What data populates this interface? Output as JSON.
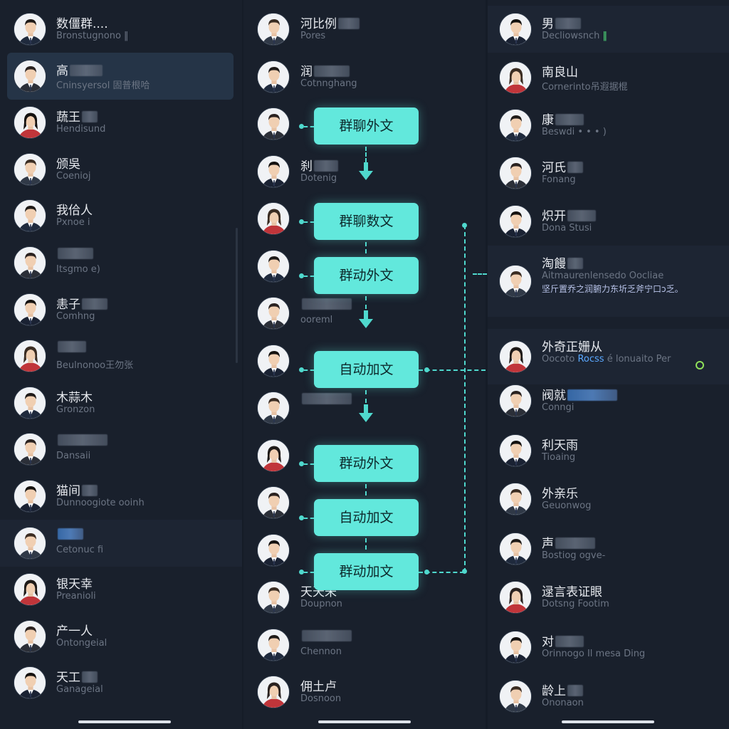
{
  "left_list": [
    {
      "name": "数僵群....",
      "sub": "Bronstugnono ‖"
    },
    {
      "name": "高",
      "sub": "Cninsyersol 固普根哈",
      "blur": 46
    },
    {
      "name": "蔬王",
      "sub": "Hendisund",
      "blur": 22
    },
    {
      "name": "颁吳",
      "sub": "Coenioj"
    },
    {
      "name": "我佮人",
      "sub": "Pxnoe i"
    },
    {
      "name": "",
      "sub": "Itsgmo e)",
      "blur": 50
    },
    {
      "name": "恚子",
      "sub": "Comhng",
      "blur": 36
    },
    {
      "name": "",
      "sub": "Beulnonoo王勿张",
      "blur": 40
    },
    {
      "name": "木蒜木",
      "sub": "Gronzon"
    },
    {
      "name": "",
      "sub": "Dansaii",
      "blur": 70
    },
    {
      "name": "猫间",
      "sub": "Dunnoogiote ooinh",
      "blur": 22
    },
    {
      "name": "",
      "sub": "Cetonuc fi",
      "blur": 36
    },
    {
      "name": "银天幸",
      "sub": "Preanioli"
    },
    {
      "name": "产一人",
      "sub": "Ontongeial"
    },
    {
      "name": "天工",
      "sub": "Ganageial",
      "blur": 22
    }
  ],
  "mid_list": [
    {
      "name": "河比例",
      "sub": "Pores",
      "blur": 30
    },
    {
      "name": "润",
      "sub": "Cotnnghang",
      "blur": 50
    },
    {
      "name": "",
      "sub": ""
    },
    {
      "name": "刹",
      "sub": "Dotenig",
      "blur": 34
    },
    {
      "name": "",
      "sub": ""
    },
    {
      "name": "",
      "sub": ""
    },
    {
      "name": "",
      "sub": "ooreml",
      "blur": 70
    },
    {
      "name": "",
      "sub": ""
    },
    {
      "name": "",
      "sub": "",
      "blur": 70
    },
    {
      "name": "",
      "sub": ""
    },
    {
      "name": "",
      "sub": ""
    },
    {
      "name": "",
      "sub": ""
    },
    {
      "name": "天天未",
      "sub": "Doupnon"
    },
    {
      "name": "",
      "sub": "Chennon",
      "blur": 70
    },
    {
      "name": "佣土卢",
      "sub": "Dosnoon"
    }
  ],
  "right_list": [
    {
      "name": "男",
      "sub": "Decliowsnch",
      "sub_green": " ‖",
      "blur": 36
    },
    {
      "name": "南良山",
      "sub": "Cornerinto吊遐据棍"
    },
    {
      "name": "康",
      "sub": "Beswdi  • •  • )",
      "blur": 40
    },
    {
      "name": "河氏",
      "sub": "Fonang",
      "blur": 22
    },
    {
      "name": "炽开",
      "sub": "Dona Stusi",
      "blur": 40
    },
    {
      "name": "淘饅",
      "sub": "Aitmaurenlensedo Oocliae",
      "sub2": "坚斤置乔之润腑力东圻乏斧宁口ɔ乏。",
      "blur": 22
    },
    {
      "name": "外奇正姗从",
      "sub": "Oocoto ",
      "sub_blue": "Rocss",
      "sub_tail": " é lonuaito Per"
    },
    {
      "name": "阀就",
      "sub": "Conngi",
      "blur": 70
    },
    {
      "name": "利天雨",
      "sub": "Tioaing"
    },
    {
      "name": "外亲乐",
      "sub": "Geuonwog"
    },
    {
      "name": "声",
      "sub": "Bostiog ogve-",
      "blur": 56
    },
    {
      "name": "逯言表证眼",
      "sub": "Dotsng Footim"
    },
    {
      "name": "对",
      "sub": "Orinnogo Il mesa Ding",
      "blur": 40
    },
    {
      "name": "龄上",
      "sub": "Ononaon",
      "blur": 22
    }
  ],
  "flow": [
    {
      "label": "群聊外文"
    },
    {
      "label": "群聊数文"
    },
    {
      "label": "群动外文"
    },
    {
      "label": "自动加文"
    },
    {
      "label": "群动外文"
    },
    {
      "label": "自动加文"
    },
    {
      "label": "群动加文"
    }
  ],
  "colors": {
    "accent": "#62e8dc",
    "bg": "#19202c",
    "selected": "#253447"
  }
}
